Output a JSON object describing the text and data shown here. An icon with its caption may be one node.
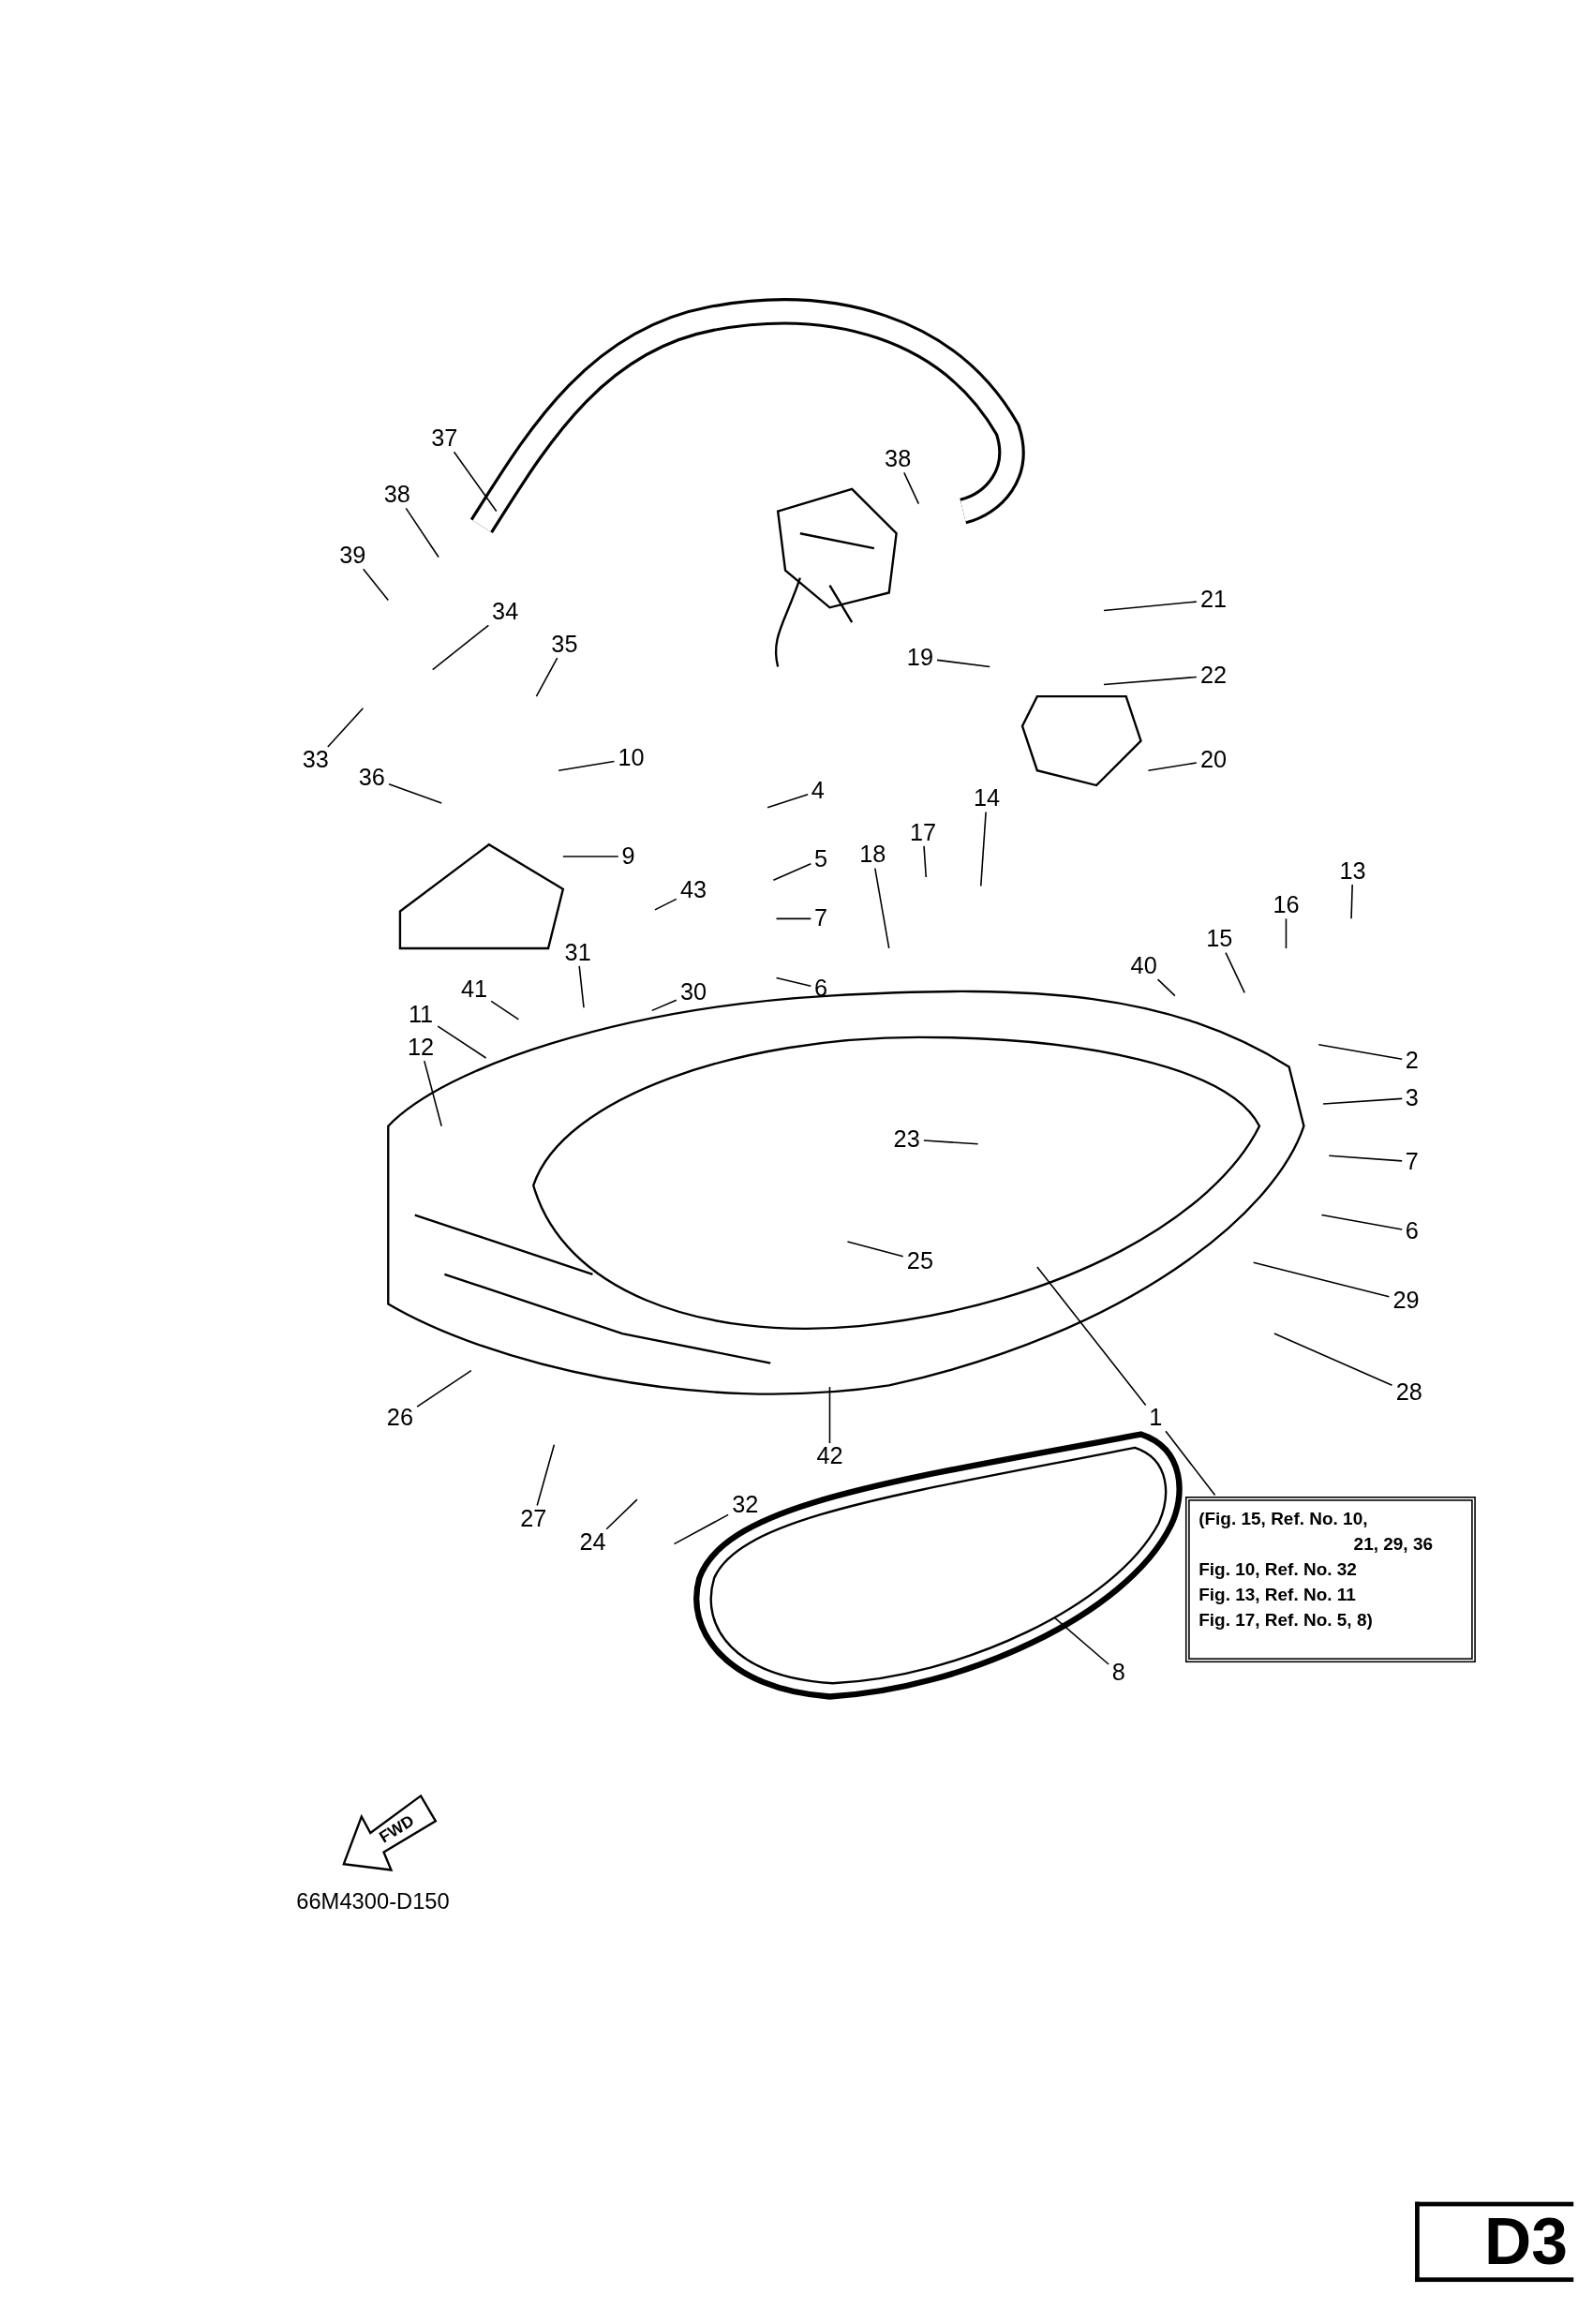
{
  "diagram": {
    "nodes": [
      {
        "text": [
          "37"
        ]
      },
      {
        "text": [
          "38"
        ]
      },
      {
        "text": [
          "38"
        ]
      },
      {
        "text": [
          "39"
        ]
      },
      {
        "text": [
          "34"
        ]
      },
      {
        "text": [
          "35"
        ]
      },
      {
        "text": [
          "21"
        ]
      },
      {
        "text": [
          "19"
        ]
      },
      {
        "text": [
          "22"
        ]
      },
      {
        "text": [
          "33"
        ]
      },
      {
        "text": [
          "10"
        ]
      },
      {
        "text": [
          "36"
        ]
      },
      {
        "text": [
          "20"
        ]
      },
      {
        "text": [
          "4"
        ]
      },
      {
        "text": [
          "14"
        ]
      },
      {
        "text": [
          "17"
        ]
      },
      {
        "text": [
          "18"
        ]
      },
      {
        "text": [
          "9"
        ]
      },
      {
        "text": [
          "5"
        ]
      },
      {
        "text": [
          "13"
        ]
      },
      {
        "text": [
          "43"
        ]
      },
      {
        "text": [
          "16"
        ]
      },
      {
        "text": [
          "7"
        ]
      },
      {
        "text": [
          "15"
        ]
      },
      {
        "text": [
          "31"
        ]
      },
      {
        "text": [
          "40"
        ]
      },
      {
        "text": [
          "6"
        ]
      },
      {
        "text": [
          "30"
        ]
      },
      {
        "text": [
          "41"
        ]
      },
      {
        "text": [
          "11"
        ]
      },
      {
        "text": [
          "12"
        ]
      },
      {
        "text": [
          "2"
        ]
      },
      {
        "text": [
          "3"
        ]
      },
      {
        "text": [
          "23"
        ]
      },
      {
        "text": [
          "7"
        ]
      },
      {
        "text": [
          "6"
        ]
      },
      {
        "text": [
          "25"
        ]
      },
      {
        "text": [
          "29"
        ]
      },
      {
        "text": [
          "28"
        ]
      },
      {
        "text": [
          "26"
        ]
      },
      {
        "text": [
          "1"
        ]
      },
      {
        "text": [
          "42"
        ]
      },
      {
        "text": [
          "27"
        ]
      },
      {
        "text": [
          "32"
        ]
      },
      {
        "text": [
          "24"
        ]
      },
      {
        "text": [
          "8"
        ]
      },
      {
        "text": [
          "(Fig. 15, Ref. No. 10,",
          "21, 29, 36",
          "Fig. 10, Ref. No. 32",
          "Fig. 13, Ref. No. 11",
          "Fig. 17, Ref. No. 5, 8)"
        ]
      }
    ],
    "edges": [
      {
        "from": 0,
        "to": null,
        "arrow": "none"
      },
      {
        "from": 1,
        "to": null,
        "arrow": "none"
      },
      {
        "from": 2,
        "to": null,
        "arrow": "none"
      },
      {
        "from": 3,
        "to": null,
        "arrow": "none"
      },
      {
        "from": 4,
        "to": null,
        "arrow": "none"
      },
      {
        "from": 5,
        "to": null,
        "arrow": "none"
      },
      {
        "from": 6,
        "to": null,
        "arrow": "none"
      },
      {
        "from": 7,
        "to": null,
        "arrow": "none"
      },
      {
        "from": 8,
        "to": null,
        "arrow": "none"
      },
      {
        "from": 9,
        "to": null,
        "arrow": "none"
      },
      {
        "from": 10,
        "to": null,
        "arrow": "none"
      },
      {
        "from": 11,
        "to": null,
        "arrow": "none"
      },
      {
        "from": 12,
        "to": null,
        "arrow": "none"
      },
      {
        "from": 13,
        "to": null,
        "arrow": "none"
      },
      {
        "from": 14,
        "to": null,
        "arrow": "none"
      },
      {
        "from": 15,
        "to": null,
        "arrow": "none"
      },
      {
        "from": 16,
        "to": null,
        "arrow": "none"
      },
      {
        "from": 17,
        "to": null,
        "arrow": "none"
      },
      {
        "from": 18,
        "to": null,
        "arrow": "none"
      },
      {
        "from": 19,
        "to": null,
        "arrow": "none"
      },
      {
        "from": 20,
        "to": null,
        "arrow": "none"
      },
      {
        "from": 21,
        "to": null,
        "arrow": "none"
      },
      {
        "from": 22,
        "to": null,
        "arrow": "none"
      },
      {
        "from": 23,
        "to": null,
        "arrow": "none"
      },
      {
        "from": 24,
        "to": null,
        "arrow": "none"
      },
      {
        "from": 25,
        "to": null,
        "arrow": "none"
      },
      {
        "from": 26,
        "to": null,
        "arrow": "none"
      },
      {
        "from": 27,
        "to": null,
        "arrow": "none"
      },
      {
        "from": 28,
        "to": null,
        "arrow": "none"
      },
      {
        "from": 29,
        "to": null,
        "arrow": "none"
      },
      {
        "from": 30,
        "to": null,
        "arrow": "none"
      },
      {
        "from": 31,
        "to": null,
        "arrow": "none"
      },
      {
        "from": 32,
        "to": null,
        "arrow": "none"
      },
      {
        "from": 33,
        "to": null,
        "arrow": "none"
      },
      {
        "from": 34,
        "to": null,
        "arrow": "none"
      },
      {
        "from": 35,
        "to": null,
        "arrow": "none"
      },
      {
        "from": 36,
        "to": null,
        "arrow": "none"
      },
      {
        "from": 37,
        "to": null,
        "arrow": "none"
      },
      {
        "from": 38,
        "to": null,
        "arrow": "none"
      },
      {
        "from": 39,
        "to": null,
        "arrow": "none"
      },
      {
        "from": 40,
        "to": null,
        "arrow": "none"
      },
      {
        "from": 41,
        "to": null,
        "arrow": "none"
      },
      {
        "from": 42,
        "to": null,
        "arrow": "none"
      },
      {
        "from": 43,
        "to": null,
        "arrow": "none"
      },
      {
        "from": 44,
        "to": null,
        "arrow": "none"
      },
      {
        "from": 45,
        "to": null,
        "arrow": "none"
      },
      {
        "from": 40,
        "to": 46,
        "arrow": "none"
      }
    ],
    "labels": [
      "FWD",
      "66M4300-D150",
      "D3"
    ]
  }
}
